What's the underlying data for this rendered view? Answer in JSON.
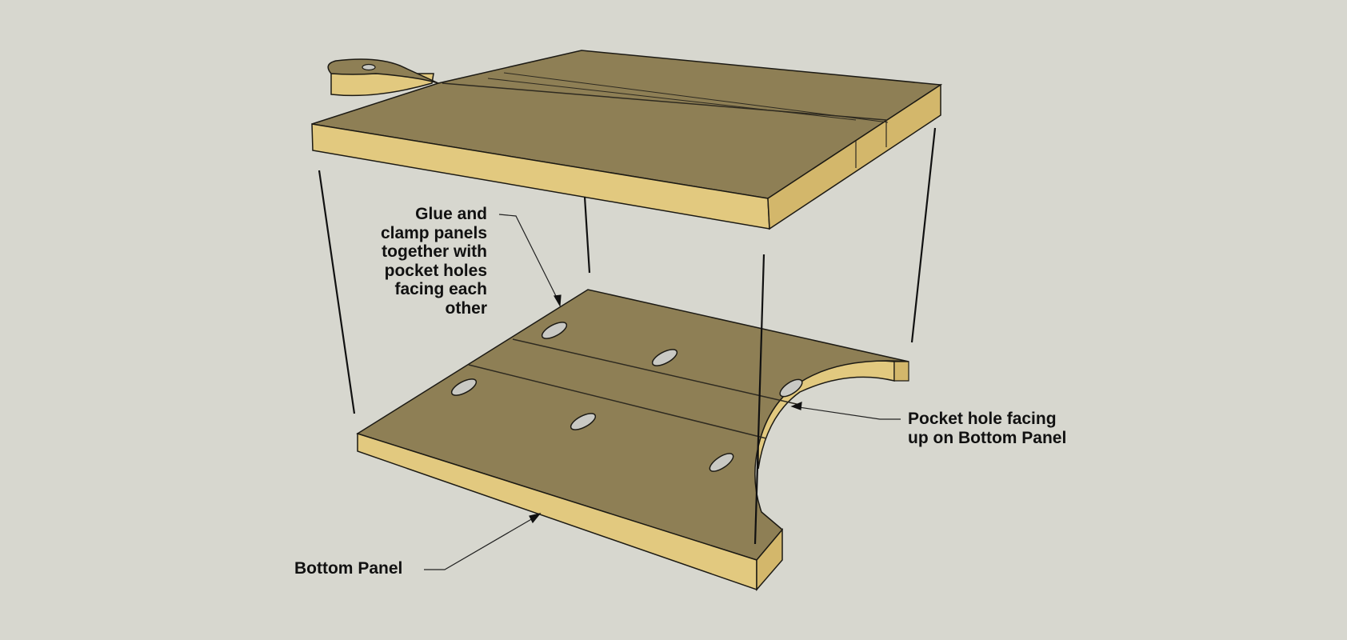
{
  "annotations": {
    "glue": {
      "lines": [
        "Glue and",
        "clamp panels",
        "together with",
        "pocket holes",
        "facing each",
        "other"
      ]
    },
    "pocket_hole": {
      "lines": [
        "Pocket hole facing",
        "up on Bottom Panel"
      ]
    },
    "bottom_panel": {
      "label": "Bottom Panel"
    }
  },
  "colors": {
    "background": "#d7d7cf",
    "wood_top": "#8e7f55",
    "wood_edge": "#e2c97f",
    "wood_edge_dark": "#d3b76b",
    "seam": "#2e2a20",
    "hole": "#c9c9c4"
  }
}
